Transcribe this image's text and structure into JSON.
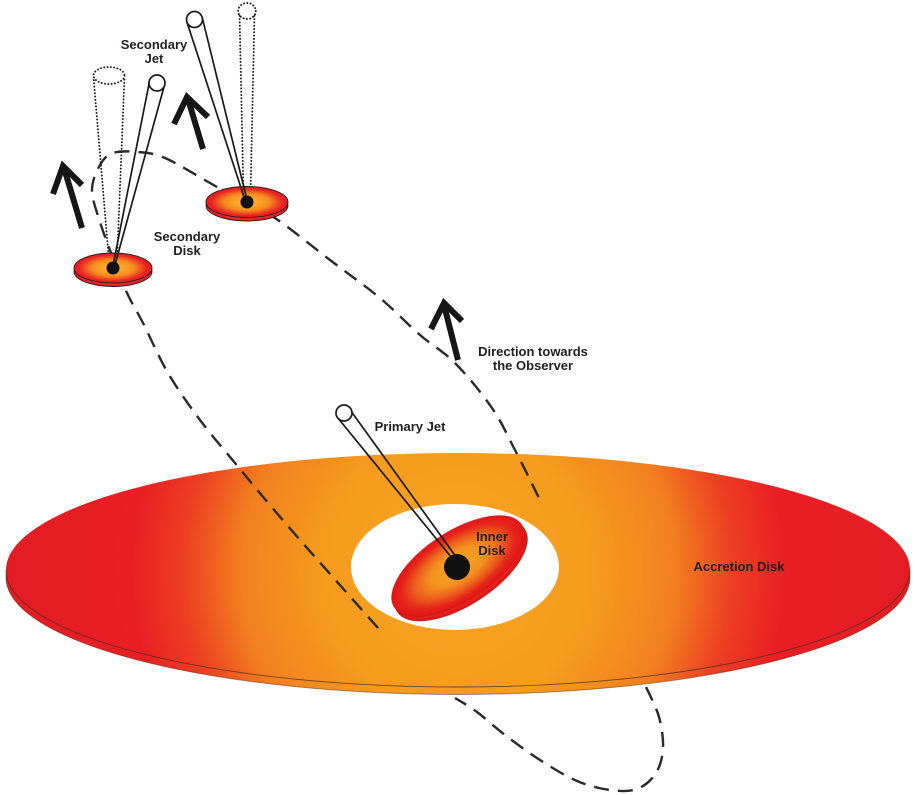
{
  "figure": {
    "type": "astronomy-schematic",
    "labels": {
      "secondary_jet": [
        "Secondary",
        "Jet"
      ],
      "secondary_disk": [
        "Secondary",
        "Disk"
      ],
      "primary_jet": "Primary Jet",
      "inner_disk": [
        "Inner",
        "Disk"
      ],
      "direction_observer": [
        "Direction towards",
        "the Observer"
      ],
      "accretion_disk": "Accretion Disk"
    },
    "icons": {
      "observer_direction_arrow": "thick up-left arrow ↖",
      "orbit_path": "dashed ellipse",
      "secondary_jet_ghost": "dotted jet cone"
    },
    "colors": {
      "background": "#ffffff",
      "outline_black": "#1a1a1a",
      "text": "#231f20",
      "disk_edge_red": "#EA1C24",
      "disk_orange": "#F6991E",
      "disk_center_yellow_orange": "#FCB845",
      "inner_disk_red": "#E3161B",
      "black_hole": "#111111",
      "orbit_dash": "#2a2a2a"
    }
  }
}
